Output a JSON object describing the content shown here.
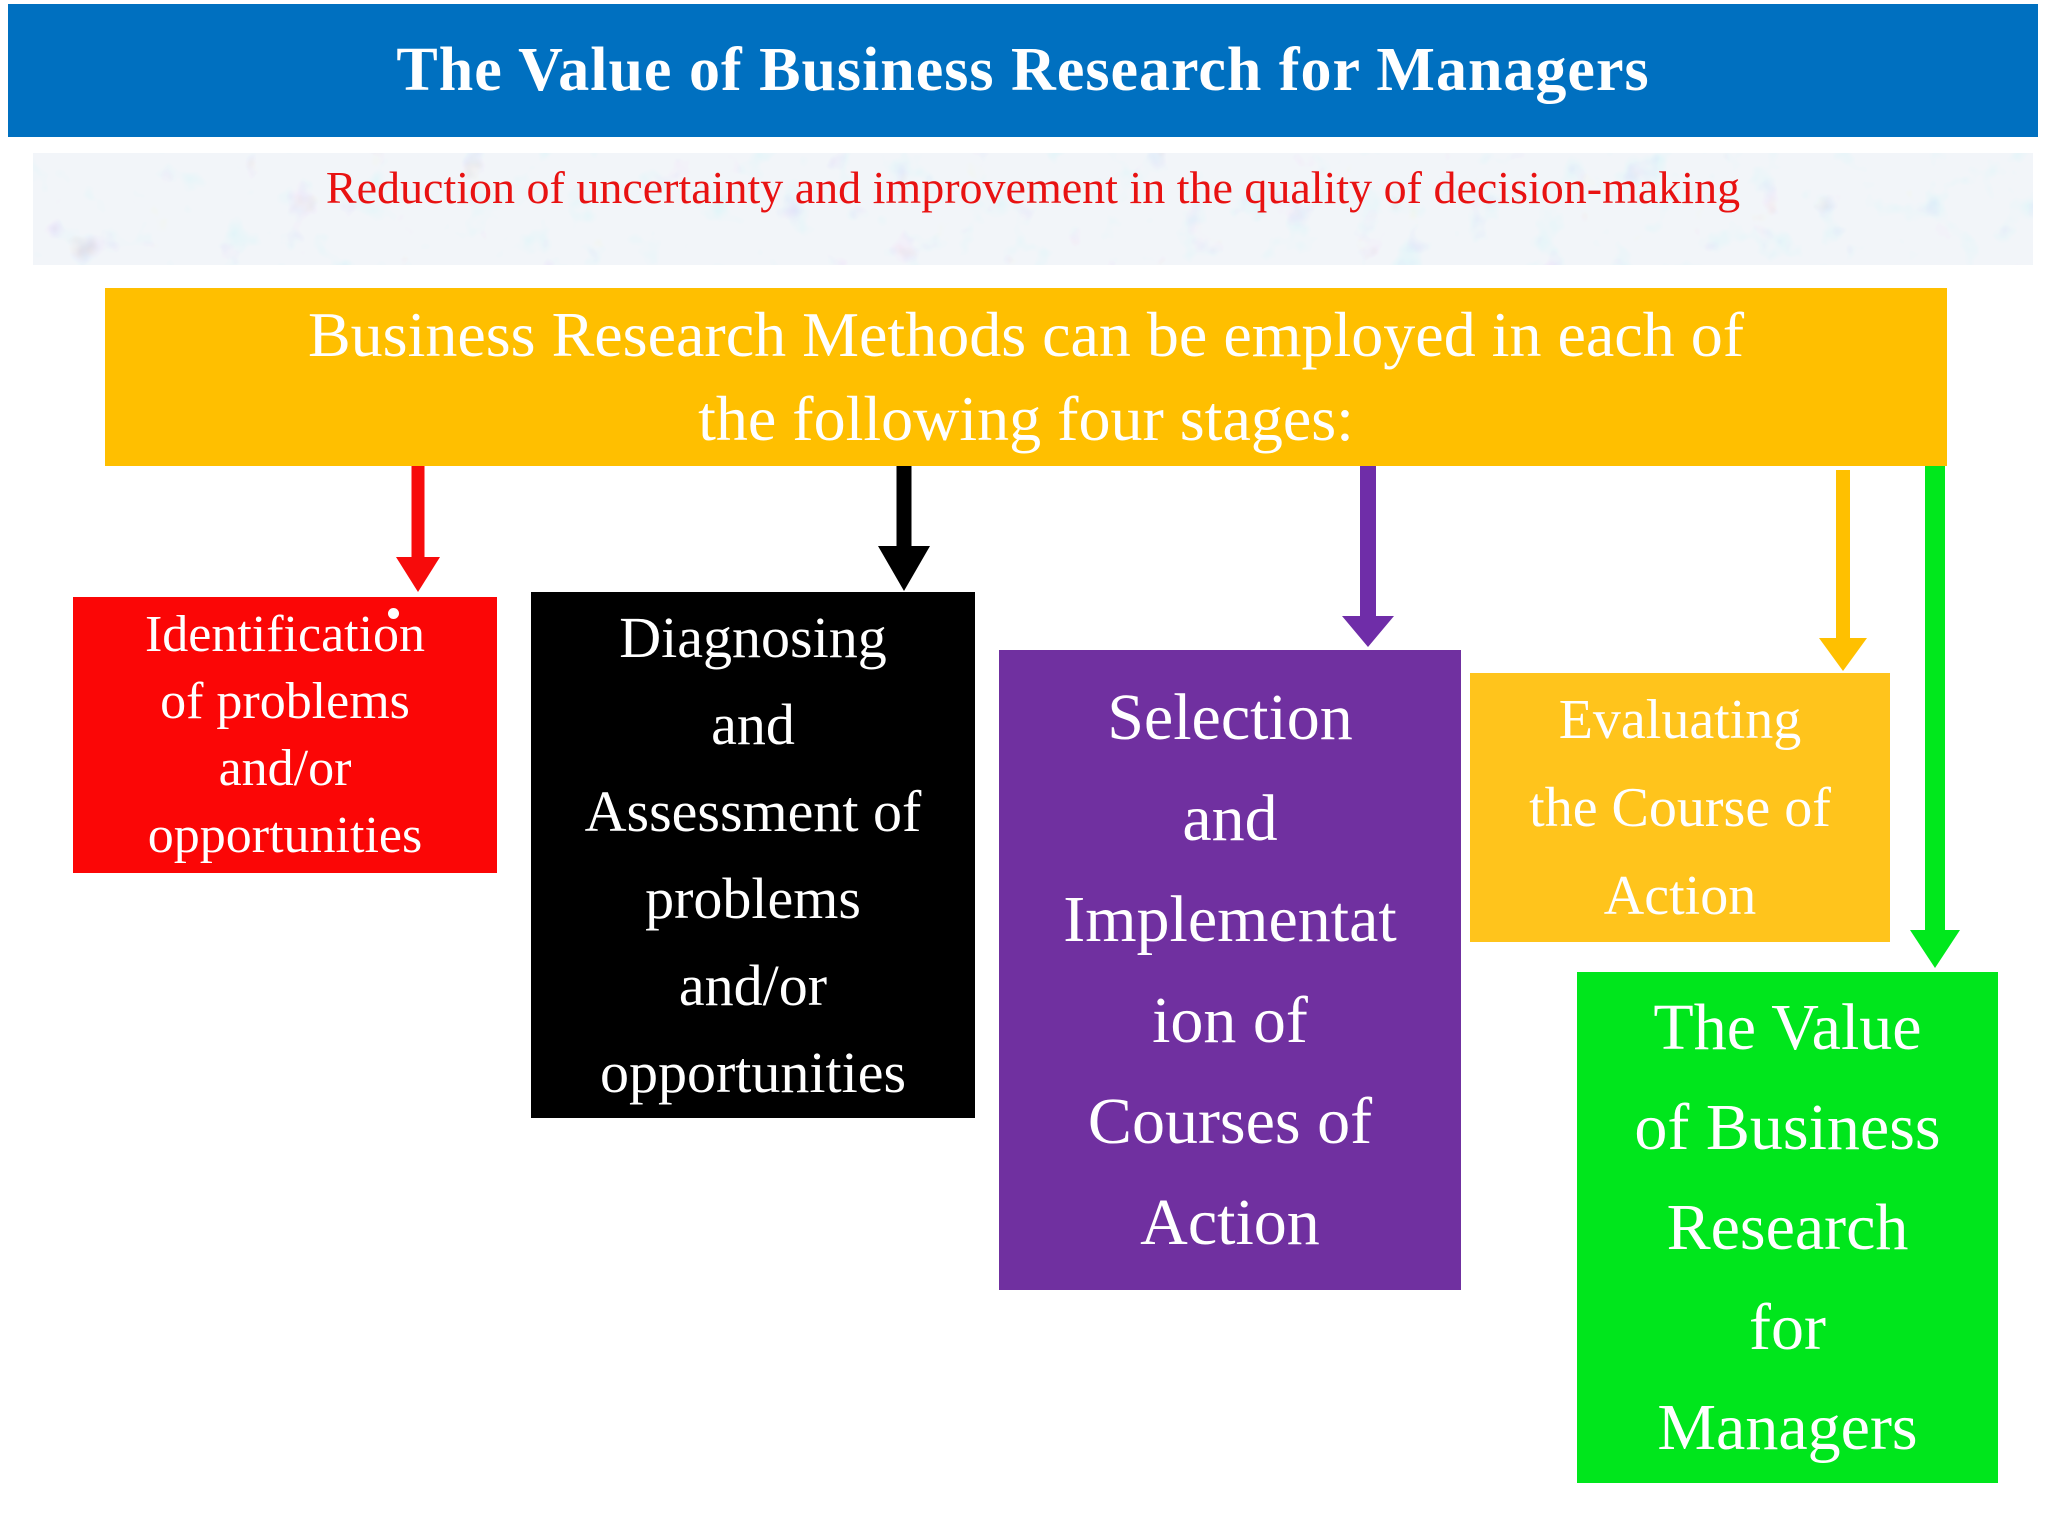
{
  "slide": {
    "title": "The Value of Business Research for Managers",
    "subtitle": "Reduction of uncertainty and improvement in the quality of decision-making",
    "main_box": {
      "line1": "Business Research Methods can be employed in each of",
      "line2": "the following four stages:"
    },
    "stages": {
      "identification": {
        "lines": [
          "Identification",
          "of problems",
          "and/or",
          "opportunities"
        ]
      },
      "diagnosing": {
        "lines": [
          "Diagnosing",
          "and",
          "Assessment of",
          "problems",
          "and/or",
          "opportunities"
        ]
      },
      "selection": {
        "lines": [
          "Selection",
          "and",
          "Implementat",
          "ion of",
          "Courses of",
          "Action"
        ]
      },
      "evaluating": {
        "lines": [
          "Evaluating",
          "the Course of",
          "Action"
        ]
      },
      "value": {
        "lines": [
          "The Value",
          "of Business",
          "Research",
          "for",
          "Managers"
        ]
      }
    },
    "colors": {
      "banner_blue": "#0070C0",
      "gold": "#ffbf00",
      "gold_light": "#ffc41c",
      "red": "#fb0606",
      "black": "#000000",
      "purple": "#7030A0",
      "green": "#00e61c",
      "subtitle_text_red": "#e81212",
      "text_white": "#ffffff"
    }
  }
}
